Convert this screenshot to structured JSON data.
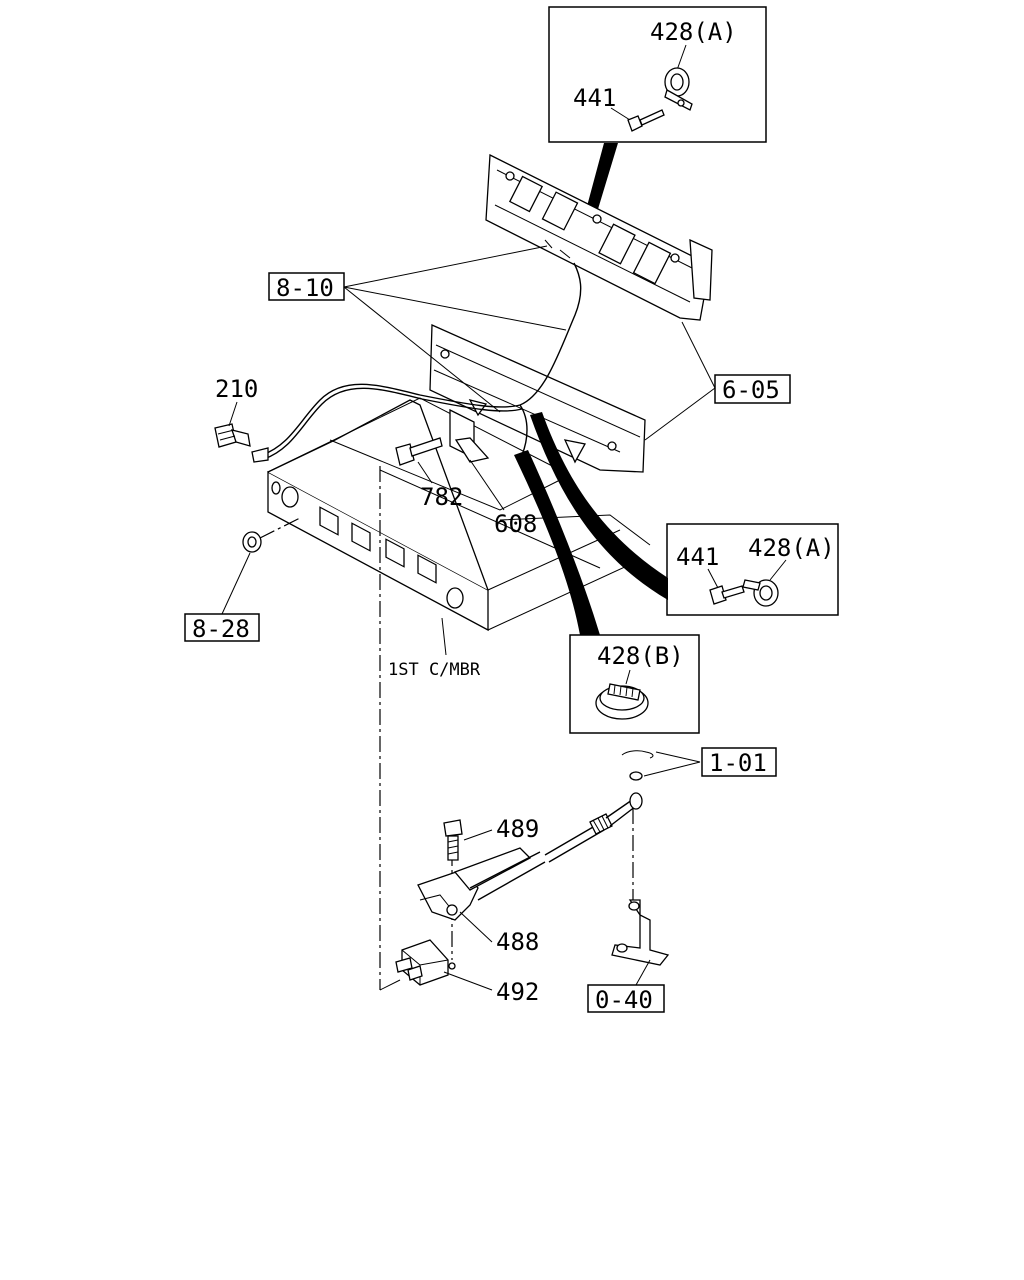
{
  "diagram": {
    "inset_top": {
      "label_a": "428(A)",
      "label_b": "441"
    },
    "inset_right": {
      "label_a": "441",
      "label_b": "428(A)"
    },
    "inset_clip": {
      "label": "428(B)"
    },
    "refs": {
      "r810": "8-10",
      "r605": "6-05",
      "r828": "8-28",
      "r101": "1-01",
      "r040": "0-40"
    },
    "parts": {
      "p210": "210",
      "p782": "782",
      "p608": "608",
      "p489": "489",
      "p488": "488",
      "p492": "492"
    },
    "member_label": "1ST C/MBR"
  }
}
